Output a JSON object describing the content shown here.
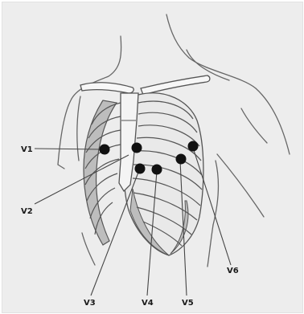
{
  "figure": {
    "type": "ecg-precordial-lead-placement",
    "colors": {
      "background": "#ededed",
      "outline": "#555555",
      "rib_shade": "#bdbdbd",
      "electrode": "#111111"
    },
    "leads": [
      {
        "id": "v1",
        "label": "V1"
      },
      {
        "id": "v2",
        "label": "V2"
      },
      {
        "id": "v3",
        "label": "V3"
      },
      {
        "id": "v4",
        "label": "V4"
      },
      {
        "id": "v5",
        "label": "V5"
      },
      {
        "id": "v6",
        "label": "V6"
      }
    ]
  }
}
